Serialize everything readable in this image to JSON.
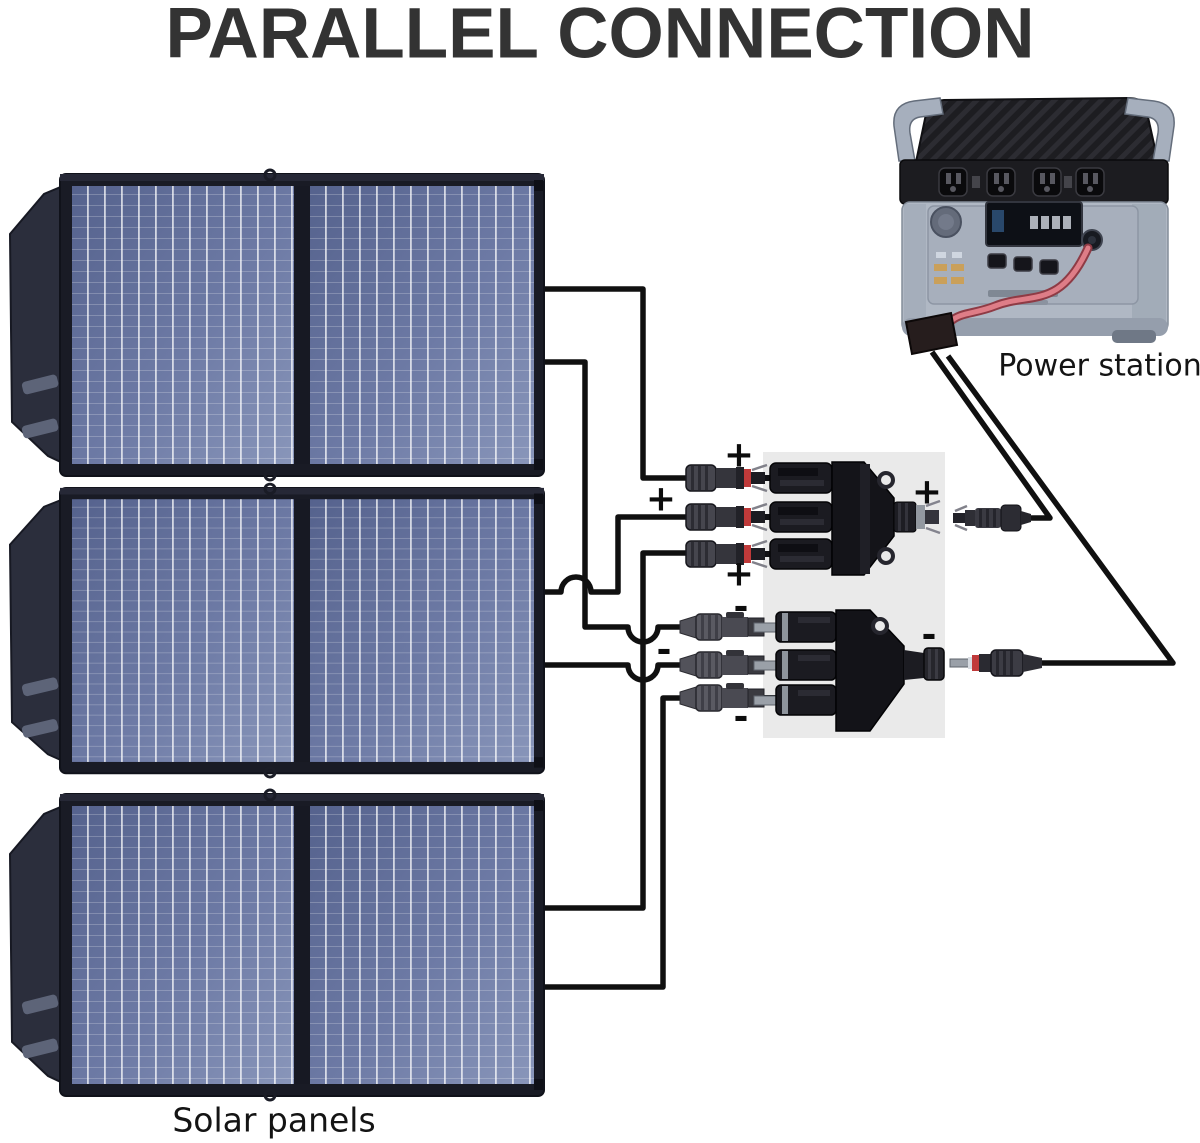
{
  "title": "PARALLEL CONNECTION",
  "captions": {
    "power_station": "Power station",
    "solar_panels": "Solar panels"
  },
  "labels": {
    "polarity": [
      "+",
      "+",
      "+",
      "-",
      "-",
      "-",
      "+",
      "-"
    ]
  },
  "colors": {
    "wire-color": "#101010",
    "accent-red": "#c03a3a",
    "box-gray": "#eaeaea",
    "cable-red": "#de7d87",
    "panel-blue": "#66749e",
    "station-gray": "#b0b8c4"
  }
}
